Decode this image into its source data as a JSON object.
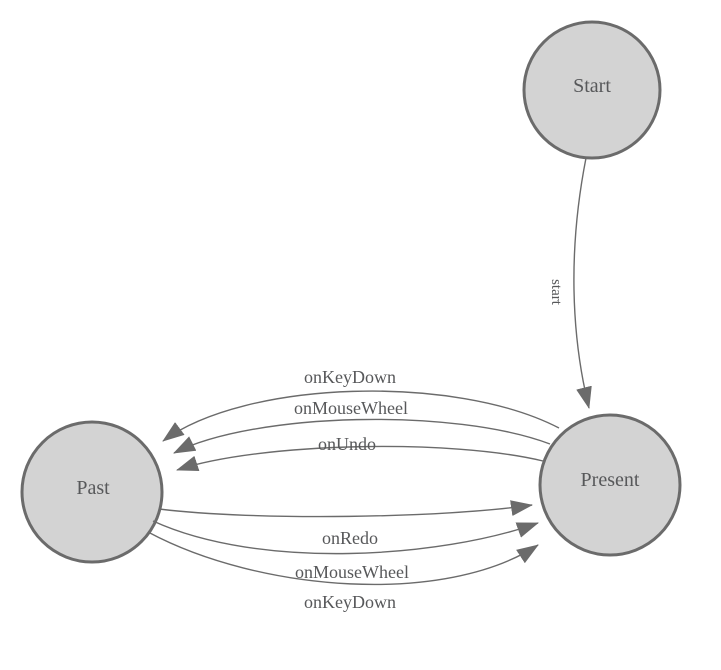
{
  "diagram": {
    "nodes": [
      {
        "id": "start",
        "label": "Start"
      },
      {
        "id": "present",
        "label": "Present"
      },
      {
        "id": "past",
        "label": "Past"
      }
    ],
    "edges": [
      {
        "from": "start",
        "to": "present",
        "label": "start"
      },
      {
        "from": "present",
        "to": "past",
        "label": "onKeyDown"
      },
      {
        "from": "present",
        "to": "past",
        "label": "onMouseWheel"
      },
      {
        "from": "present",
        "to": "past",
        "label": "onUndo"
      },
      {
        "from": "past",
        "to": "present",
        "label": "onRedo"
      },
      {
        "from": "past",
        "to": "present",
        "label": "onMouseWheel"
      },
      {
        "from": "past",
        "to": "present",
        "label": "onKeyDown"
      }
    ],
    "colors": {
      "background": "#ffffff",
      "node_fill": "#d3d3d3",
      "node_stroke": "#6b6b6b",
      "edge_stroke": "#6b6b6b",
      "arrow_fill": "#6b6b6b",
      "label_text": "#57585a"
    }
  }
}
